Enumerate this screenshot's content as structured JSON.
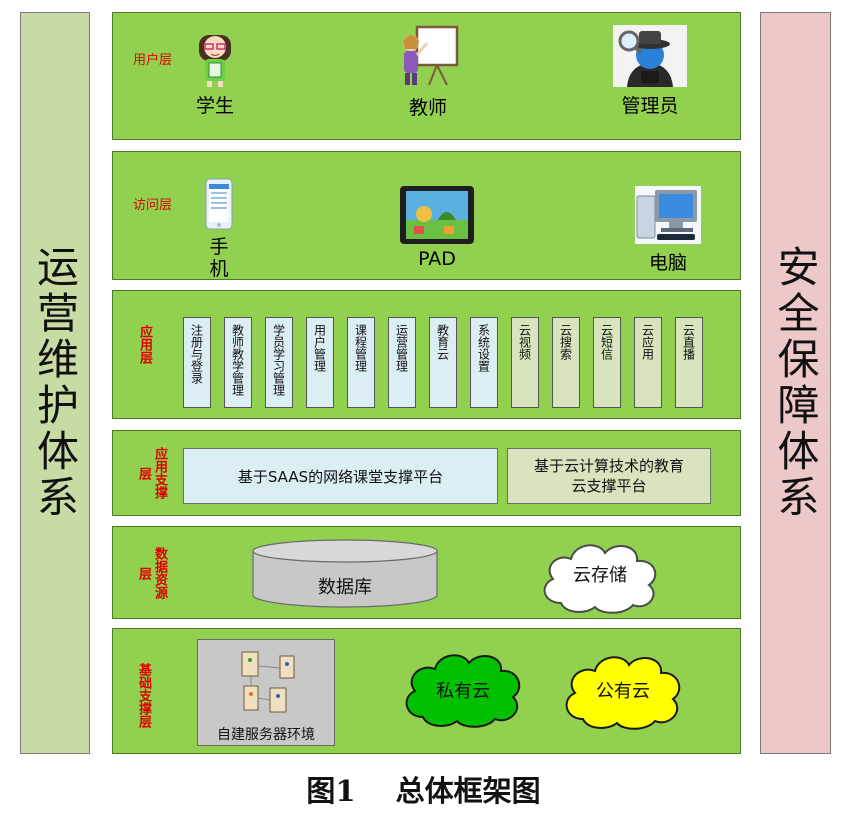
{
  "left_panel": "运营维护体系",
  "right_panel": "安全保障体系",
  "layers": {
    "user": {
      "title": "用户层",
      "items": [
        "学生",
        "教师",
        "管理员"
      ]
    },
    "access": {
      "title": "访问层",
      "items": [
        "手机",
        "PAD",
        "电脑"
      ]
    },
    "app": {
      "title": "应用层",
      "modules": [
        "注册与登录",
        "教师教学管理",
        "学员学习管理",
        "用户管理",
        "课程管理",
        "运营管理",
        "教育云",
        "系统设置",
        "云视频",
        "云搜索",
        "云短信",
        "云应用",
        "云直播"
      ]
    },
    "support": {
      "title": "应用支撑层",
      "platform1": "基于SAAS的网络课堂支撑平台",
      "platform2": "基于云计算技术的教育云支撑平台"
    },
    "data": {
      "title": "数据资源层",
      "database": "数据库",
      "storage": "云存储"
    },
    "infra": {
      "title": "基础支撑层",
      "servers": "自建服务器环境",
      "private_cloud": "私有云",
      "public_cloud": "公有云"
    }
  },
  "caption": {
    "figure": "图1",
    "title": "总体框架图"
  },
  "colors": {
    "layer_green": "#92d050",
    "title_red": "#e00000",
    "left_panel": "#c9dba4",
    "right_panel": "#ecc8c8",
    "private_cloud": "#00c000",
    "public_cloud": "#ffff00"
  }
}
